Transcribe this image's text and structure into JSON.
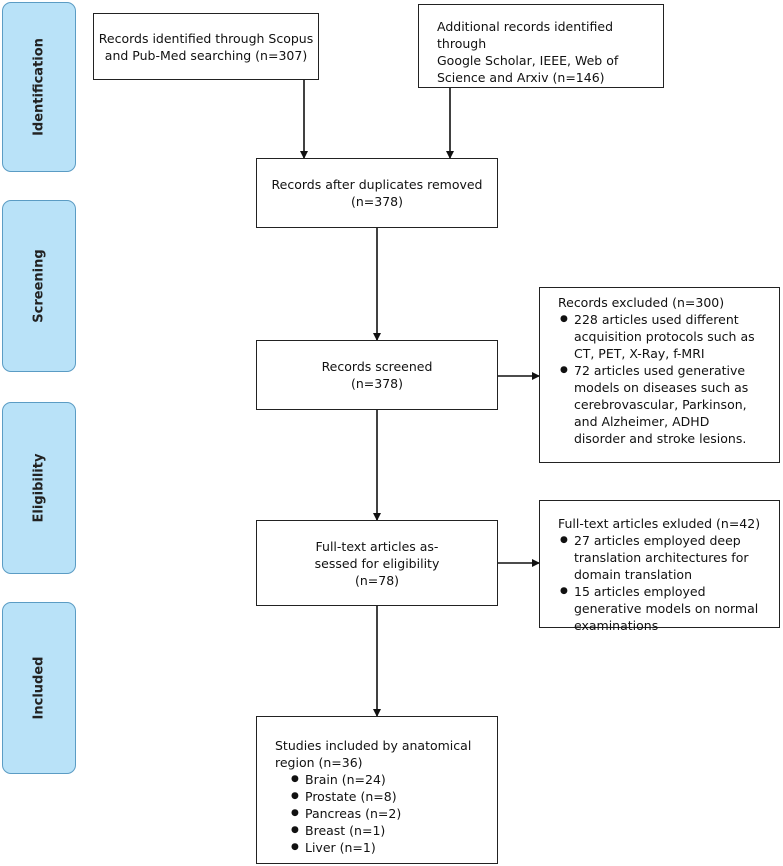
{
  "phases": {
    "identification": "Identification",
    "screening": "Screening",
    "eligibility": "Eligibility",
    "included": "Included"
  },
  "boxes": {
    "scopus": {
      "line1": "Records identified through Scopus",
      "line2": "and Pub-Med searching (n=307)"
    },
    "additional": {
      "line1": "Additional records identified through",
      "line2": "Google Scholar, IEEE, Web of",
      "line3": "Science and Arxiv (n=146)"
    },
    "duplicates": {
      "line1": "Records after duplicates removed",
      "line2": "(n=378)"
    },
    "screened": {
      "line1": "Records screened",
      "line2": "(n=378)"
    },
    "excluded": {
      "title": "Records excluded (n=300)",
      "items": [
        "228 articles used different acquisition protocols such as CT, PET, X-Ray, f-MRI",
        "72 articles used generative models on diseases such as cerebrovascular, Parkinson, and Alzheimer, ADHD disorder and stroke lesions."
      ]
    },
    "fulltext": {
      "line1": "Full-text articles as-",
      "line2": "sessed for eligibility",
      "line3": "(n=78)"
    },
    "fulltext_excluded": {
      "title": "Full-text articles exluded (n=42)",
      "items": [
        "27 articles employed deep translation architectures for domain translation",
        "15 articles employed generative models on normal examinations"
      ]
    },
    "included": {
      "line1": "Studies included by anatomical",
      "line2": "region (n=36)",
      "items": [
        "Brain (n=24)",
        "Prostate (n=8)",
        "Pancreas (n=2)",
        "Breast (n=1)",
        "Liver (n=1)"
      ]
    }
  }
}
